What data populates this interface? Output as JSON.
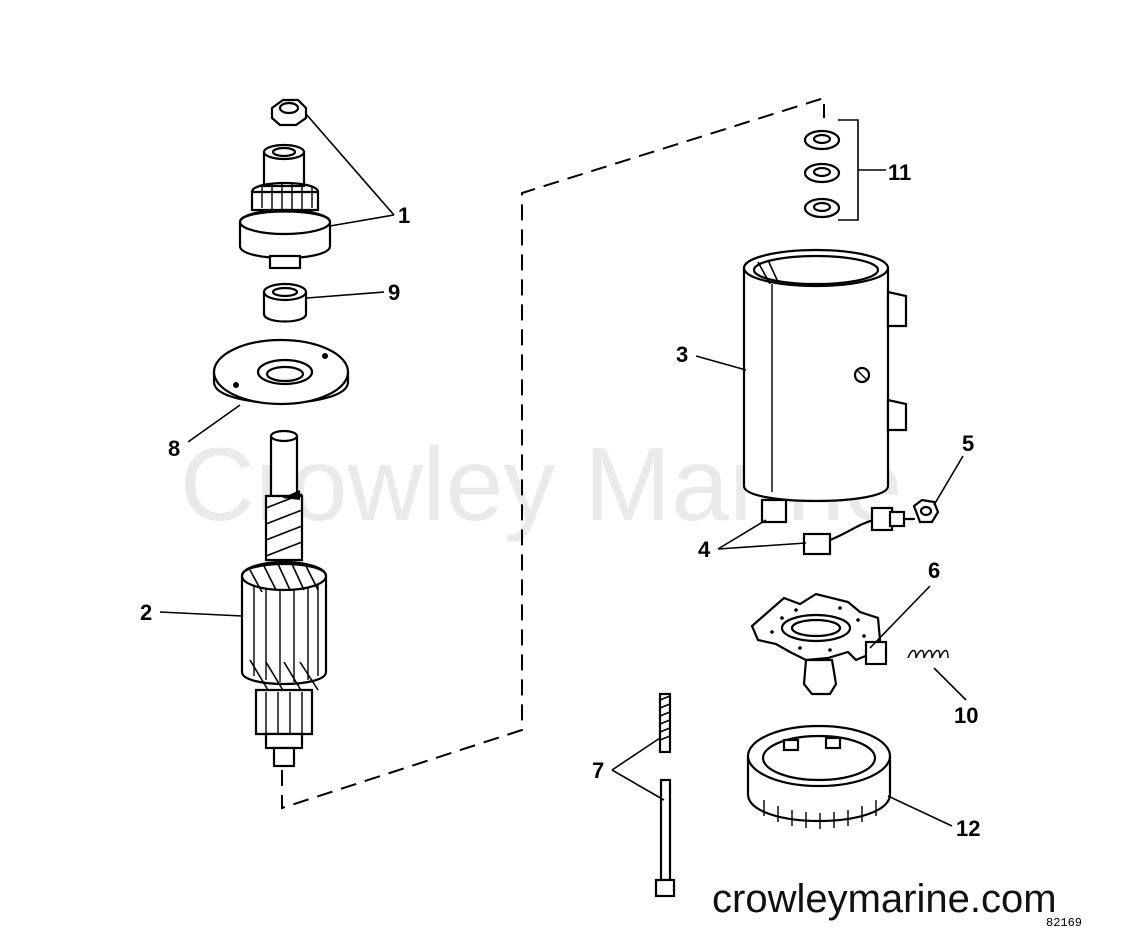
{
  "watermark": "Crowley Marine",
  "site": "crowleymarine.com",
  "drawing_code": "82169",
  "callouts": [
    "1",
    "2",
    "3",
    "4",
    "5",
    "6",
    "7",
    "8",
    "9",
    "10",
    "11",
    "12"
  ]
}
